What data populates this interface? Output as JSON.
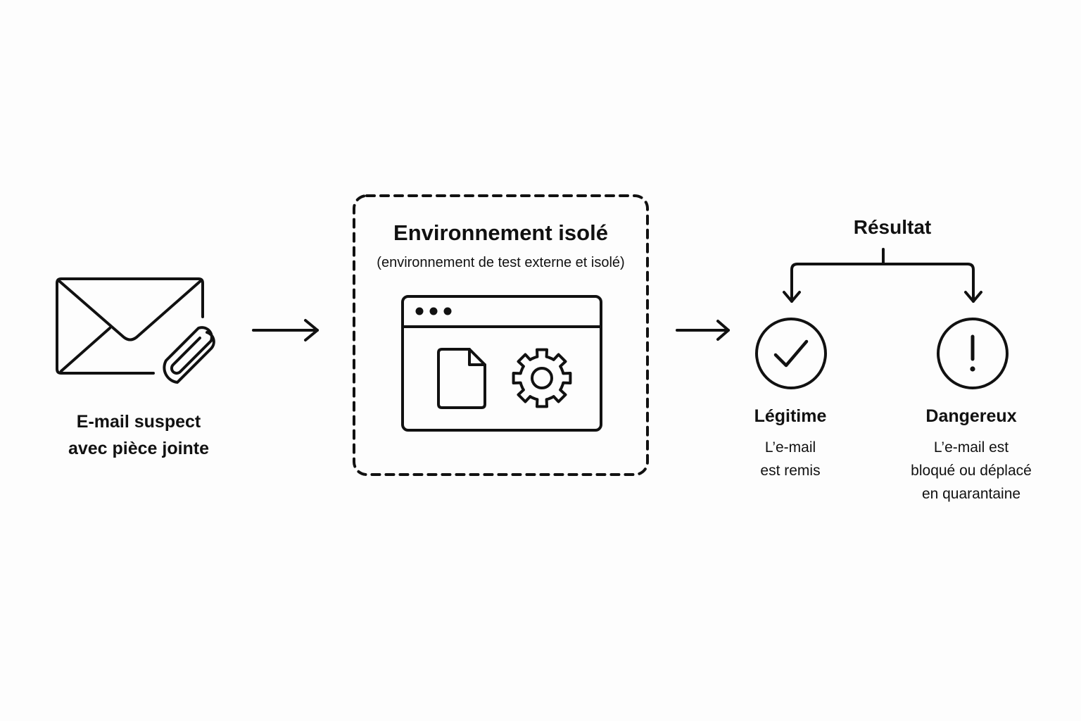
{
  "email": {
    "label_line1": "E-mail suspect",
    "label_line2": "avec pièce jointe",
    "icon": "envelope-with-paperclip-icon"
  },
  "sandbox": {
    "title": "Environnement isolé",
    "subtitle": "(environnement de test externe et isolé)",
    "icons": [
      "browser-window-icon",
      "document-icon",
      "gear-icon"
    ]
  },
  "result": {
    "title": "Résultat",
    "outcomes": [
      {
        "title": "Légitime",
        "desc_line1": "L’e-mail",
        "desc_line2": "est remis",
        "icon": "checkmark-circle-icon"
      },
      {
        "title": "Dangereux",
        "desc_line1": "L’e-mail est",
        "desc_line2": "bloqué ou déplacé",
        "desc_line3": "en quarantaine",
        "icon": "exclamation-circle-icon"
      }
    ]
  },
  "colors": {
    "stroke": "#111111",
    "background": "#fdfdfd"
  }
}
